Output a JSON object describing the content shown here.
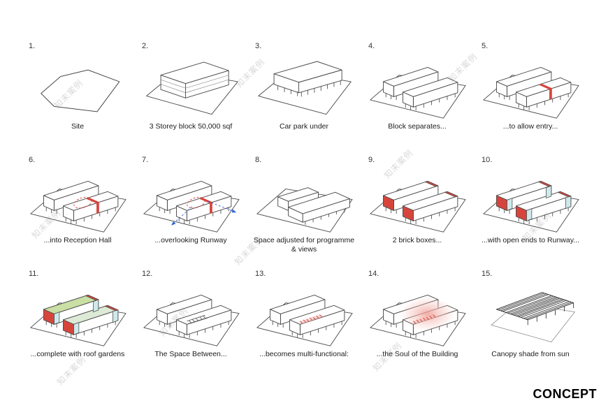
{
  "title": "CONCEPT",
  "watermark": {
    "text": "知末案例"
  },
  "panels": [
    {
      "num": "1.",
      "caption": "Site"
    },
    {
      "num": "2.",
      "caption": "3 Storey block 50,000 sqf"
    },
    {
      "num": "3.",
      "caption": "Car park under"
    },
    {
      "num": "4.",
      "caption": "Block separates..."
    },
    {
      "num": "5.",
      "caption": "...to allow entry..."
    },
    {
      "num": "6.",
      "caption": "...into Reception Hall"
    },
    {
      "num": "7.",
      "caption": "...overlooking Runway"
    },
    {
      "num": "8.",
      "caption": "Space adjusted for programme & views"
    },
    {
      "num": "9.",
      "caption": "2 brick boxes..."
    },
    {
      "num": "10.",
      "caption": "...with open ends to Runway..."
    },
    {
      "num": "11.",
      "caption": "...complete with roof gardens"
    },
    {
      "num": "12.",
      "caption": "The Space Between..."
    },
    {
      "num": "13.",
      "caption": "...becomes multi-functional:"
    },
    {
      "num": "14.",
      "caption": "...the Soul of the Building"
    },
    {
      "num": "15.",
      "caption": "Canopy shade from sun"
    }
  ],
  "colors": {
    "sketch_line": "#4a4a4a",
    "accent_red": "#d6453c",
    "open_end_blue": "#cfe9ea",
    "roof_green": "#c9dfa4",
    "roof_pale_green": "#dcead6",
    "soul_pink": "#f0978e",
    "arrow_blue": "#2b5fd9"
  }
}
